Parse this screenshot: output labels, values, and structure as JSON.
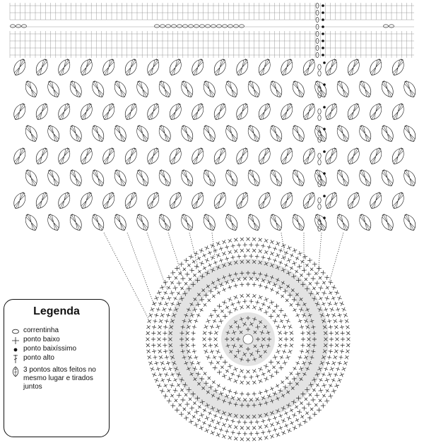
{
  "legend": {
    "title": "Legenda",
    "items": [
      {
        "symbol": "oval-chain-icon",
        "label": "correntinha"
      },
      {
        "symbol": "plus-icon",
        "label": "ponto baixo"
      },
      {
        "symbol": "dot-icon",
        "label": "ponto baixíssimo"
      },
      {
        "symbol": "tall-stitch-icon",
        "label": "ponto alto"
      },
      {
        "symbol": "cluster-icon",
        "label": "3 pontos altos feitos no mesmo lugar e tirados juntos"
      }
    ]
  },
  "colors": {
    "ink": "#222222",
    "grid": "#999999",
    "shade": "#e3e3e3",
    "background": "#ffffff"
  }
}
